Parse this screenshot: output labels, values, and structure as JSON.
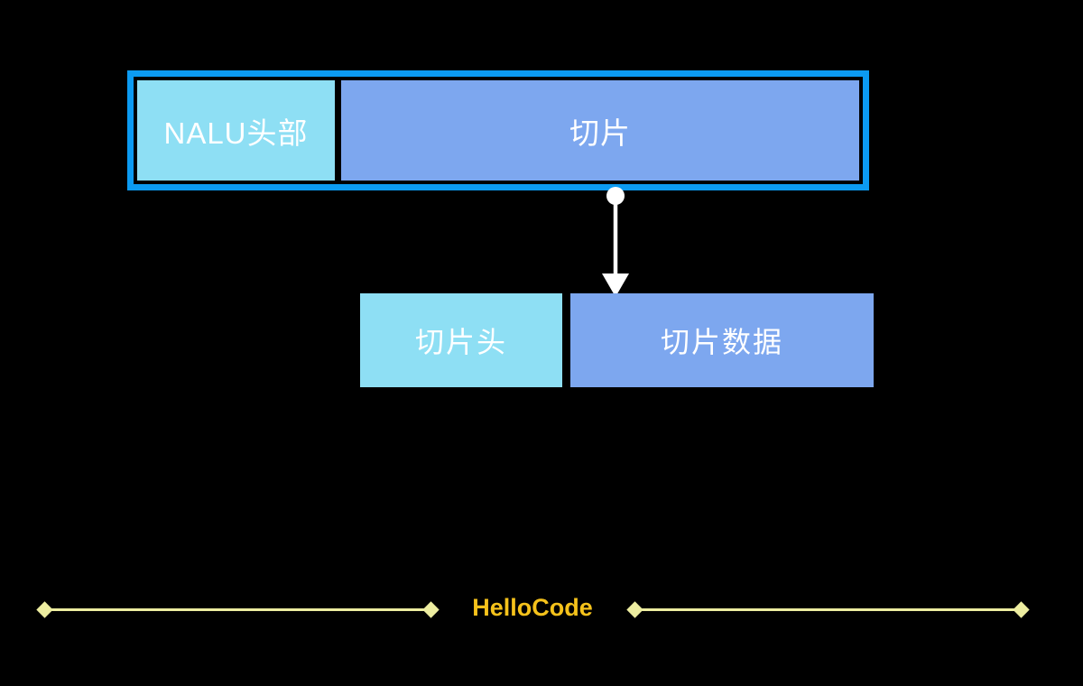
{
  "diagram": {
    "title_semantic": "NALU structure diagram",
    "nalu_container": {
      "header_label": "NALU头部",
      "slice_label": "切片"
    },
    "slice_row": {
      "slice_header_label": "切片头",
      "slice_data_label": "切片数据"
    },
    "connector": {
      "style": "dot-to-arrow",
      "color": "#FFFFFF"
    },
    "colors": {
      "background": "#000000",
      "container_border": "#0C9BF2",
      "cyan_fill": "#8EDFF4",
      "blue_fill": "#7DA7EF",
      "label_text": "#FFFFFF"
    }
  },
  "footer": {
    "watermark": "HelloCode",
    "watermark_color": "#F5C21B",
    "line_color": "#EDEDA0"
  }
}
